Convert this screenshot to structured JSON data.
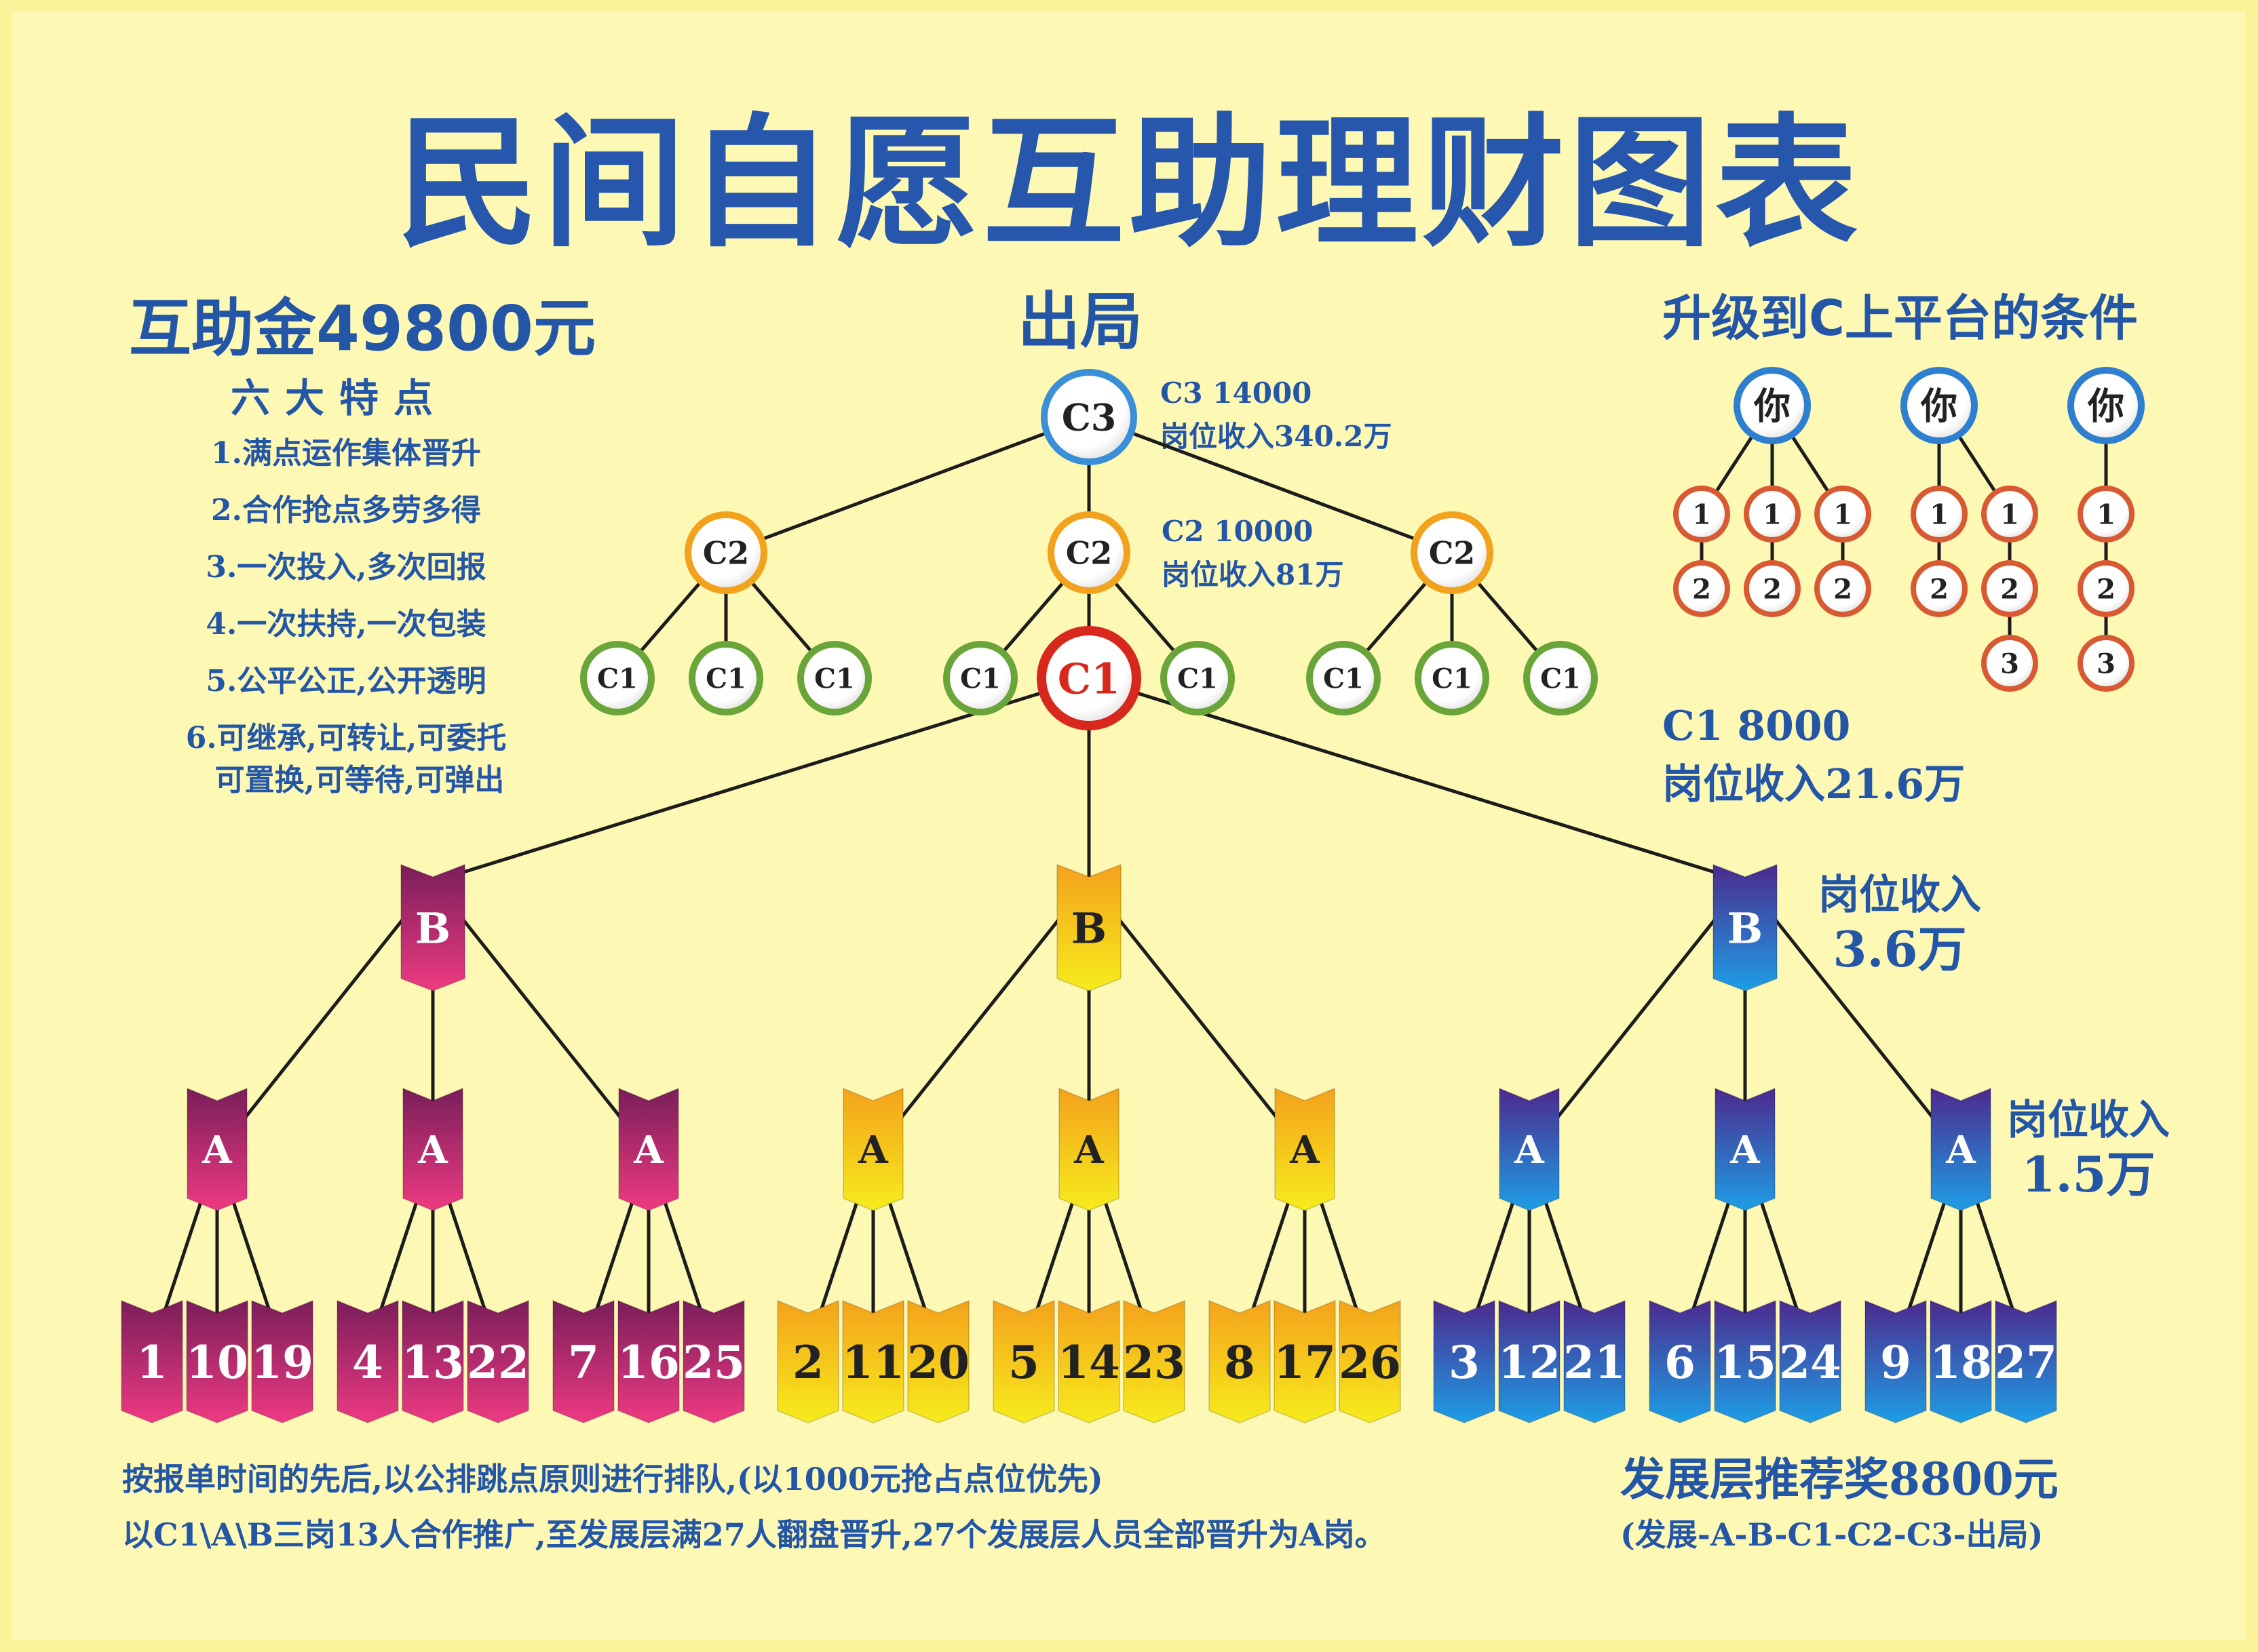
{
  "title": "民间自愿互助理财图表",
  "left_panel": {
    "fund": "互助金49800元",
    "subtitle": "六大特点",
    "features": [
      "1.满点运作集体晋升",
      "2.合作抢点多劳多得",
      "3.一次投入,多次回报",
      "4.一次扶持,一次包装",
      "5.公平公正,公开透明",
      "6.可继承,可转让,可委托",
      "可置换,可等待,可弹出"
    ]
  },
  "center_heading": "出局",
  "right_heading": "升级到C上平台的条件",
  "notes": {
    "c3_line1": "C3 14000",
    "c3_line2": "岗位收入340.2万",
    "c2_line1": "C2 10000",
    "c2_line2": "岗位收入81万",
    "c1_line1": "C1 8000",
    "c1_line2": "岗位收入21.6万",
    "b_line1": "岗位收入",
    "b_line2": "3.6万",
    "a_line1": "岗位收入",
    "a_line2": "1.5万"
  },
  "diagram": {
    "c3_label": "C3",
    "c2_label": "C2",
    "c1_label": "C1",
    "b_label": "B",
    "a_label": "A",
    "you_label": "你",
    "bottom_numbers": [
      1,
      10,
      19,
      4,
      13,
      22,
      7,
      16,
      25,
      2,
      11,
      20,
      5,
      14,
      23,
      8,
      17,
      26,
      3,
      12,
      21,
      6,
      15,
      24,
      9,
      18,
      27
    ],
    "upgrade_groups": [
      {
        "children": 3,
        "depth": 2
      },
      {
        "children": 2,
        "depth": 3
      },
      {
        "children": 1,
        "depth": 3
      }
    ]
  },
  "colors": {
    "text_blue": "#2456a8",
    "pink_top": "#7a1e5a",
    "pink_bottom": "#ee3a82",
    "yellow_top": "#f4a21c",
    "yellow_bottom": "#f6ec1c",
    "blue_top": "#4b2a8e",
    "blue_bottom": "#1e9ee6",
    "c3_ring": "#3a8fd8",
    "c2_ring": "#f2a21c",
    "c1_ring": "#6aa53a",
    "c1_focus_ring": "#d8281e",
    "you_ring": "#2e7fd0",
    "num_ring": "#d85a32"
  },
  "footer": {
    "line1": "按报单时间的先后,以公排跳点原则进行排队,(以1000元抢占点位优先)",
    "line2": "以C1\\A\\B三岗13人合作推广,至发展层满27人翻盘晋升,27个发展层人员全部晋升为A岗。",
    "bonus": "发展层推荐奖8800元",
    "path": "(发展-A-B-C1-C2-C3-出局)"
  }
}
